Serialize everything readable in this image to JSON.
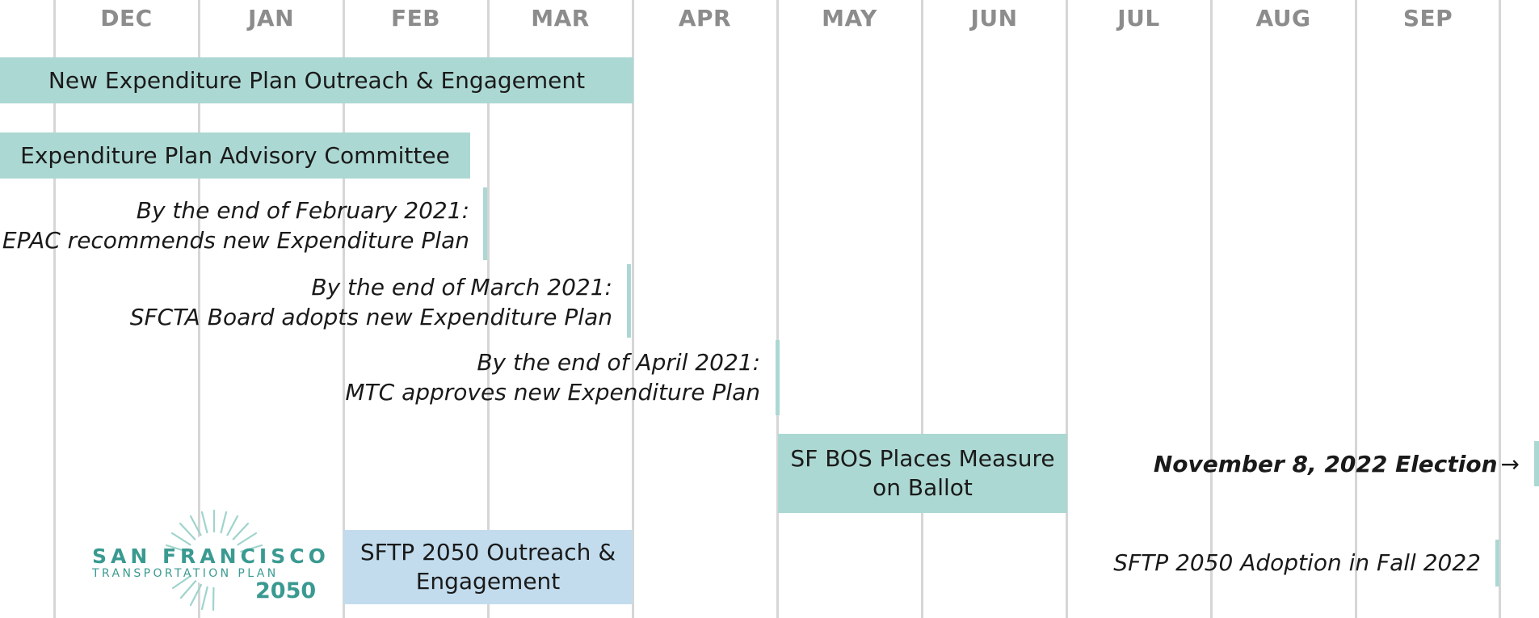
{
  "months": [
    "DEC",
    "JAN",
    "FEB",
    "MAR",
    "APR",
    "MAY",
    "JUN",
    "JUL",
    "AUG",
    "SEP"
  ],
  "bars": {
    "outreach": "New Expenditure Plan Outreach & Engagement",
    "epac": "Expenditure Plan Advisory Committee",
    "bos_line1": "SF BOS Places Measure",
    "bos_line2": "on Ballot",
    "sftp_line1": "SFTP 2050 Outreach &",
    "sftp_line2": "Engagement"
  },
  "notes": {
    "feb_line1": "By the end of February 2021:",
    "feb_line2": "EPAC recommends new Expenditure Plan",
    "mar_line1": "By the end of March 2021:",
    "mar_line2": "SFCTA Board adopts new Expenditure Plan",
    "apr_line1": "By the end of April 2021:",
    "apr_line2": "MTC approves new Expenditure Plan",
    "election": "November 8, 2022 Election",
    "adoption": "SFTP 2050 Adoption in Fall 2022"
  },
  "logo": {
    "line1": "SAN FRANCISCO",
    "line2": "TRANSPORTATION PLAN",
    "line3": "2050"
  },
  "colors": {
    "teal": "#acd8d3",
    "blue": "#c2dced",
    "month_text": "#8c8c8c",
    "logo_teal": "#3a9a91"
  }
}
